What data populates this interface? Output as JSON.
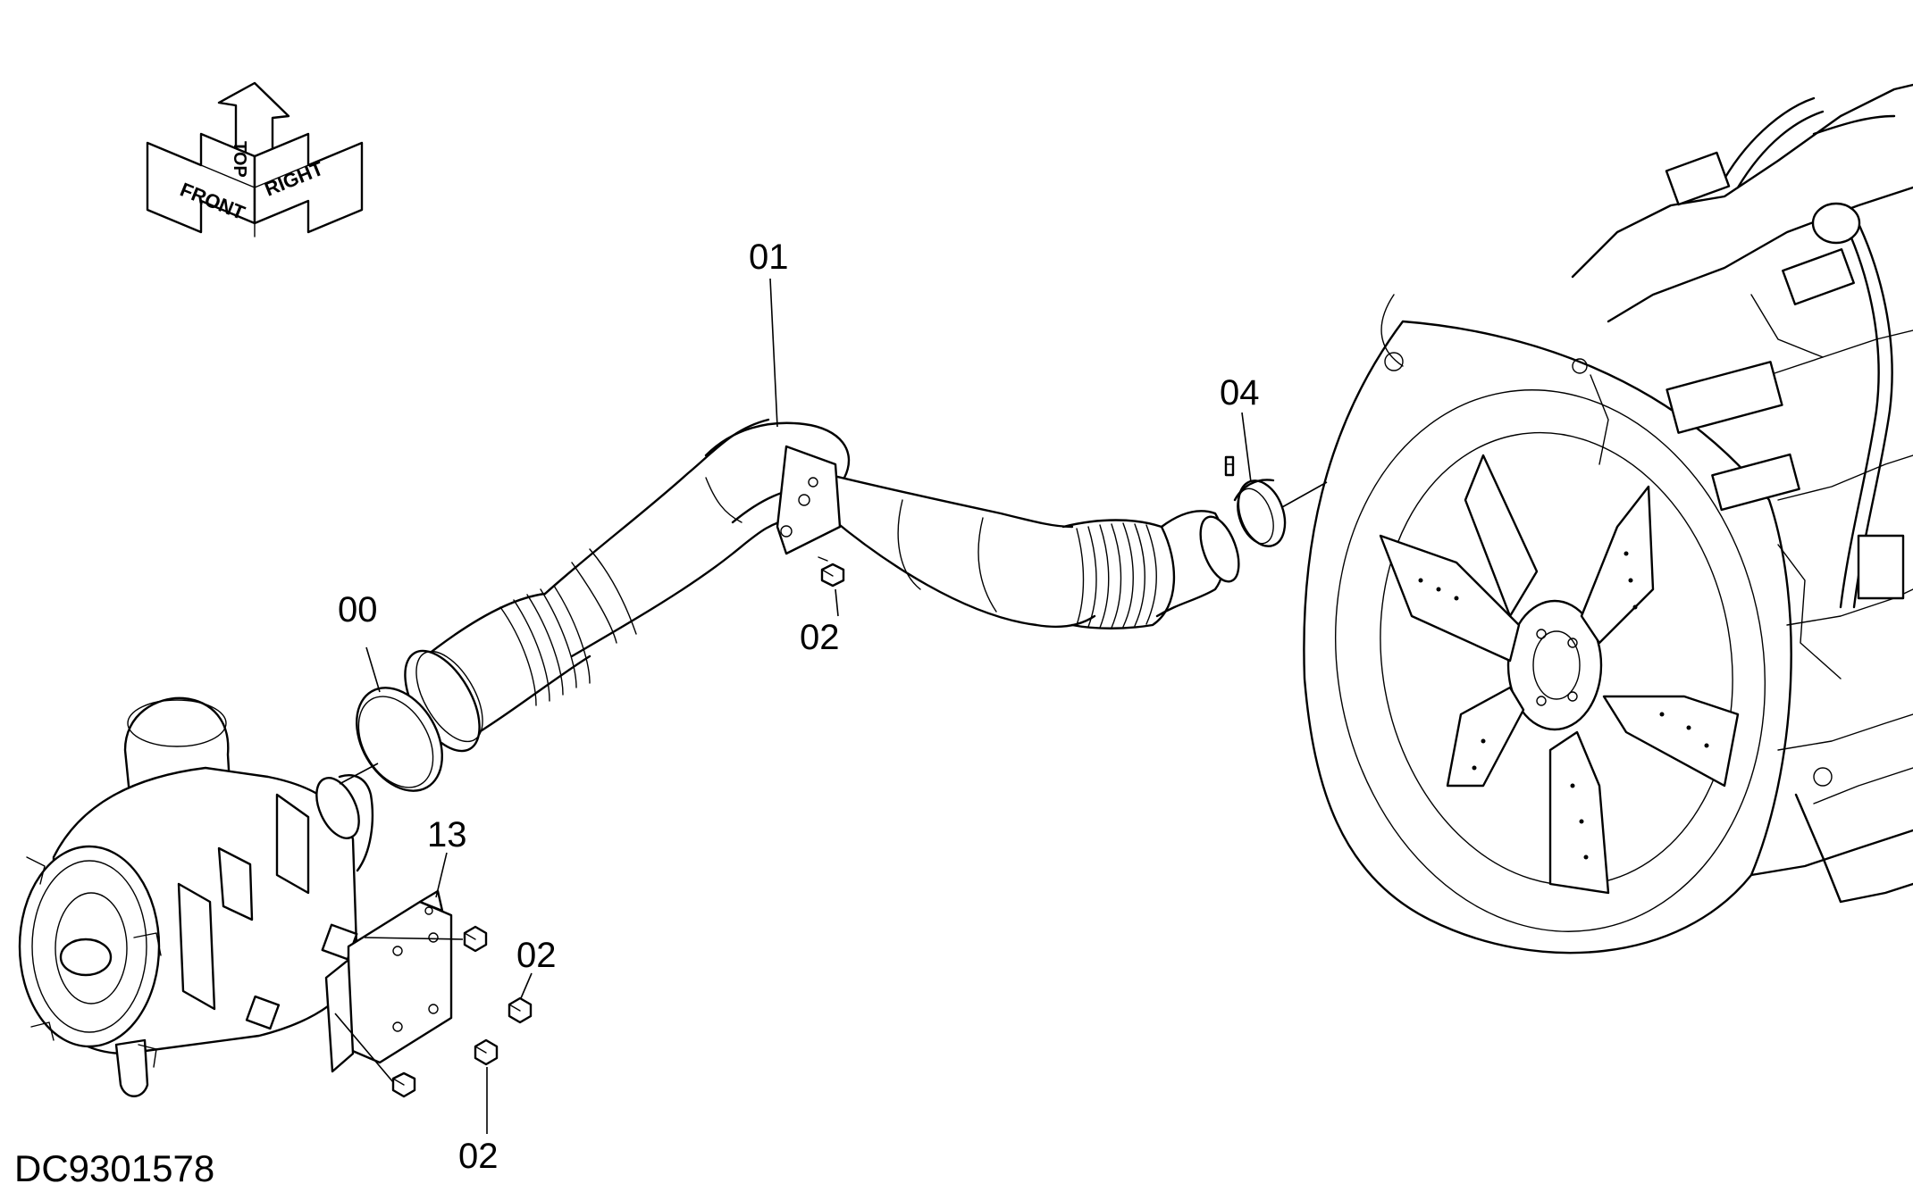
{
  "drawing": {
    "doc_id": "DC9301578",
    "orientation": {
      "front": "FRONT",
      "top": "TOP",
      "right": "RIGHT"
    },
    "callouts": [
      {
        "id": "c01",
        "label": "01"
      },
      {
        "id": "c02a",
        "label": "02"
      },
      {
        "id": "c02b",
        "label": "02"
      },
      {
        "id": "c02c",
        "label": "02"
      },
      {
        "id": "c04",
        "label": "04"
      },
      {
        "id": "c00",
        "label": "00"
      },
      {
        "id": "c13",
        "label": "13"
      }
    ]
  }
}
